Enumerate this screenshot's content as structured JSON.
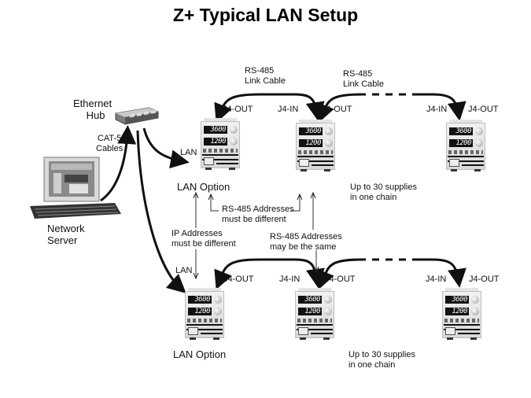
{
  "title": "Z+ Typical LAN Setup",
  "network": {
    "hub_label": [
      "Ethernet",
      "Hub"
    ],
    "cables_label": [
      "CAT-5",
      "Cables"
    ],
    "server_label": [
      "Network",
      "Server"
    ]
  },
  "links": {
    "rs485_cable_1": [
      "RS-485",
      "Link Cable"
    ],
    "rs485_cable_2": [
      "RS-485",
      "Link Cable"
    ]
  },
  "chains": [
    {
      "id": "top",
      "lan_label": "LAN",
      "option_label": "LAN Option",
      "port_labels": [
        "J4-OUT",
        "J4-IN",
        "J4-OUT",
        "J4-IN",
        "J4-OUT"
      ],
      "chain_note": [
        "Up to 30 supplies",
        "in one chain"
      ],
      "supplies": [
        {
          "voltage": "3600",
          "current": "1200"
        },
        {
          "voltage": "3600",
          "current": "1200"
        },
        {
          "voltage": "3600",
          "current": "1200"
        }
      ]
    },
    {
      "id": "bottom",
      "lan_label": "LAN",
      "option_label": "LAN Option",
      "port_labels": [
        "J4-OUT",
        "J4-IN",
        "J4-OUT",
        "J4-IN",
        "J4-OUT"
      ],
      "chain_note": [
        "Up to 30 supplies",
        "in one chain"
      ],
      "supplies": [
        {
          "voltage": "3600",
          "current": "1200"
        },
        {
          "voltage": "3600",
          "current": "1200"
        },
        {
          "voltage": "3600",
          "current": "1200"
        }
      ]
    }
  ],
  "annotations": {
    "rs485_different": [
      "RS-485 Addresses",
      "must be different"
    ],
    "ip_different": [
      "IP Addresses",
      "must be different"
    ],
    "rs485_same": [
      "RS-485 Addresses",
      "may be the same"
    ]
  }
}
